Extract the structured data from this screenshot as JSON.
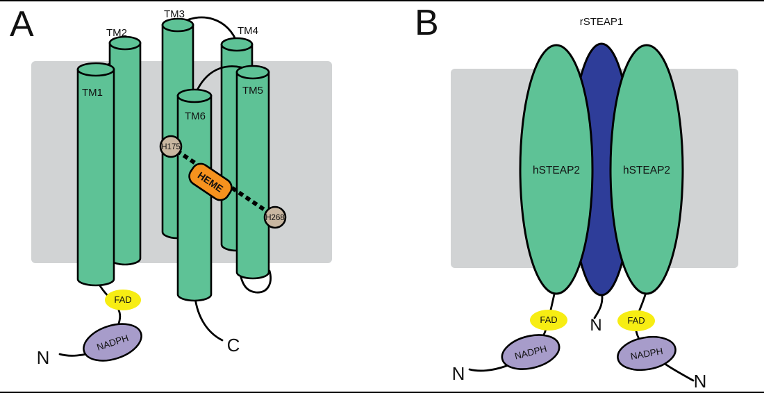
{
  "colors": {
    "green": "#5ec296",
    "blue": "#2e3d99",
    "yellow": "#f7ed13",
    "purple": "#a79cca",
    "orange": "#f6921e",
    "tan": "#c9b7a1",
    "membrane": "#d1d3d4",
    "outline": "#000000"
  },
  "panel_a": {
    "label": "A",
    "tm_labels": {
      "tm1": "TM1",
      "tm2": "TM2",
      "tm3": "TM3",
      "tm4": "TM4",
      "tm5": "TM5",
      "tm6": "TM6"
    },
    "h175": "H175",
    "h268": "H268",
    "heme": "HEME",
    "fad": "FAD",
    "nadph": "NADPH",
    "n_label": "N",
    "c_label": "C"
  },
  "panel_b": {
    "label": "B",
    "title": "rSTEAP1",
    "left_protomer": "hSTEAP2",
    "right_protomer": "hSTEAP2",
    "fad_left": "FAD",
    "fad_right": "FAD",
    "nadph_left": "NADPH",
    "nadph_right": "NADPH",
    "n_left": "N",
    "n_center": "N",
    "n_right": "N"
  }
}
